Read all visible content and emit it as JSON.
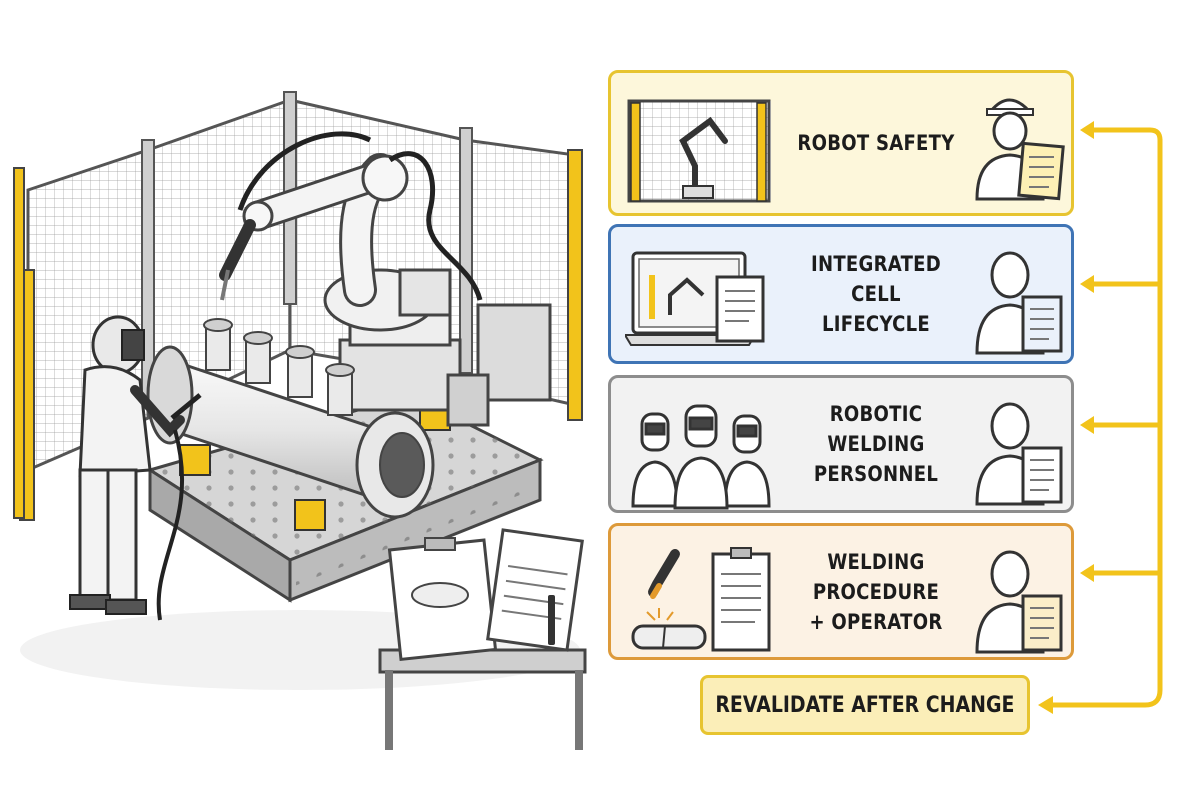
{
  "theme": {
    "accent_yellow": "#f2c31b",
    "safety_border": "#e7c430",
    "safety_fill": "#fdf7db",
    "lifecycle_border": "#3f74b5",
    "lifecycle_fill": "#eaf1fb",
    "personnel_border": "#8d8d8d",
    "personnel_fill": "#f2f2f2",
    "procedure_border": "#dd9a3a",
    "procedure_fill": "#fcf2e4",
    "revalidate_border": "#e7c430",
    "revalidate_fill": "#fbeeb8"
  },
  "scene": {
    "description_icon": "robotic-welding-cell-illustration",
    "icons": [
      "safety-fence-icon",
      "robot-arm-icon",
      "welder-icon",
      "pipe-workpiece-icon",
      "fixture-table-icon",
      "clipboard-icon",
      "document-icon",
      "pen-icon"
    ]
  },
  "cards": [
    {
      "id": "safety",
      "label": "ROBOT SAFETY",
      "illustration_icon": "robot-cell-fence-icon",
      "person_icon": "engineer-hardhat-document-icon"
    },
    {
      "id": "lifecycle",
      "label": "INTEGRATED\nCELL LIFECYCLE",
      "illustration_icon": "laptop-document-icon",
      "person_icon": "person-document-icon"
    },
    {
      "id": "personnel",
      "label": "ROBOTIC WELDING\nPERSONNEL",
      "illustration_icon": "welders-group-icon",
      "person_icon": "person-document-icon"
    },
    {
      "id": "procedure",
      "label": "WELDING PROCEDURE\n+ OPERATOR",
      "illustration_icon": "torch-clipboard-icon",
      "person_icon": "person-document-icon"
    }
  ],
  "revalidate": {
    "label": "REVALIDATE AFTER CHANGE"
  },
  "loop": {
    "arrow_color": "#f2c31b",
    "arrow_icon": "feedback-loop-arrows-icon"
  }
}
